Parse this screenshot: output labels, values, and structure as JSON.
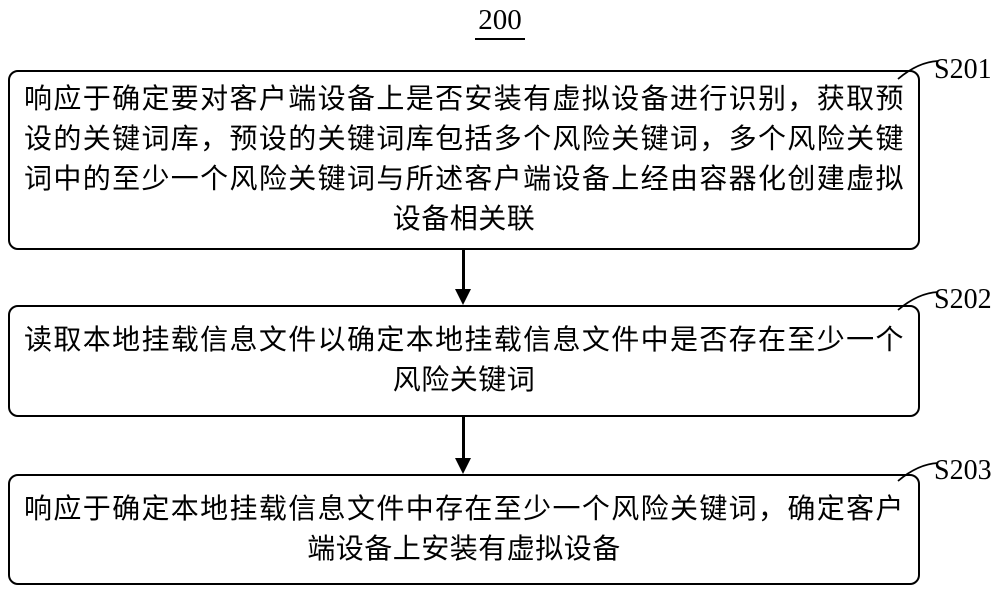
{
  "figure": {
    "title": "200"
  },
  "steps": [
    {
      "id": "S201",
      "text": "响应于确定要对客户端设备上是否安装有虚拟设备进行识别，获取预设的关键词库，预设的关键词库包括多个风险关键词，多个风险关键词中的至少一个风险关键词与所述客户端设备上经由容器化创建虚拟设备相关联"
    },
    {
      "id": "S202",
      "text": "读取本地挂载信息文件以确定本地挂载信息文件中是否存在至少一个风险关键词"
    },
    {
      "id": "S203",
      "text": "响应于确定本地挂载信息文件中存在至少一个风险关键词，确定客户端设备上安装有虚拟设备"
    }
  ]
}
